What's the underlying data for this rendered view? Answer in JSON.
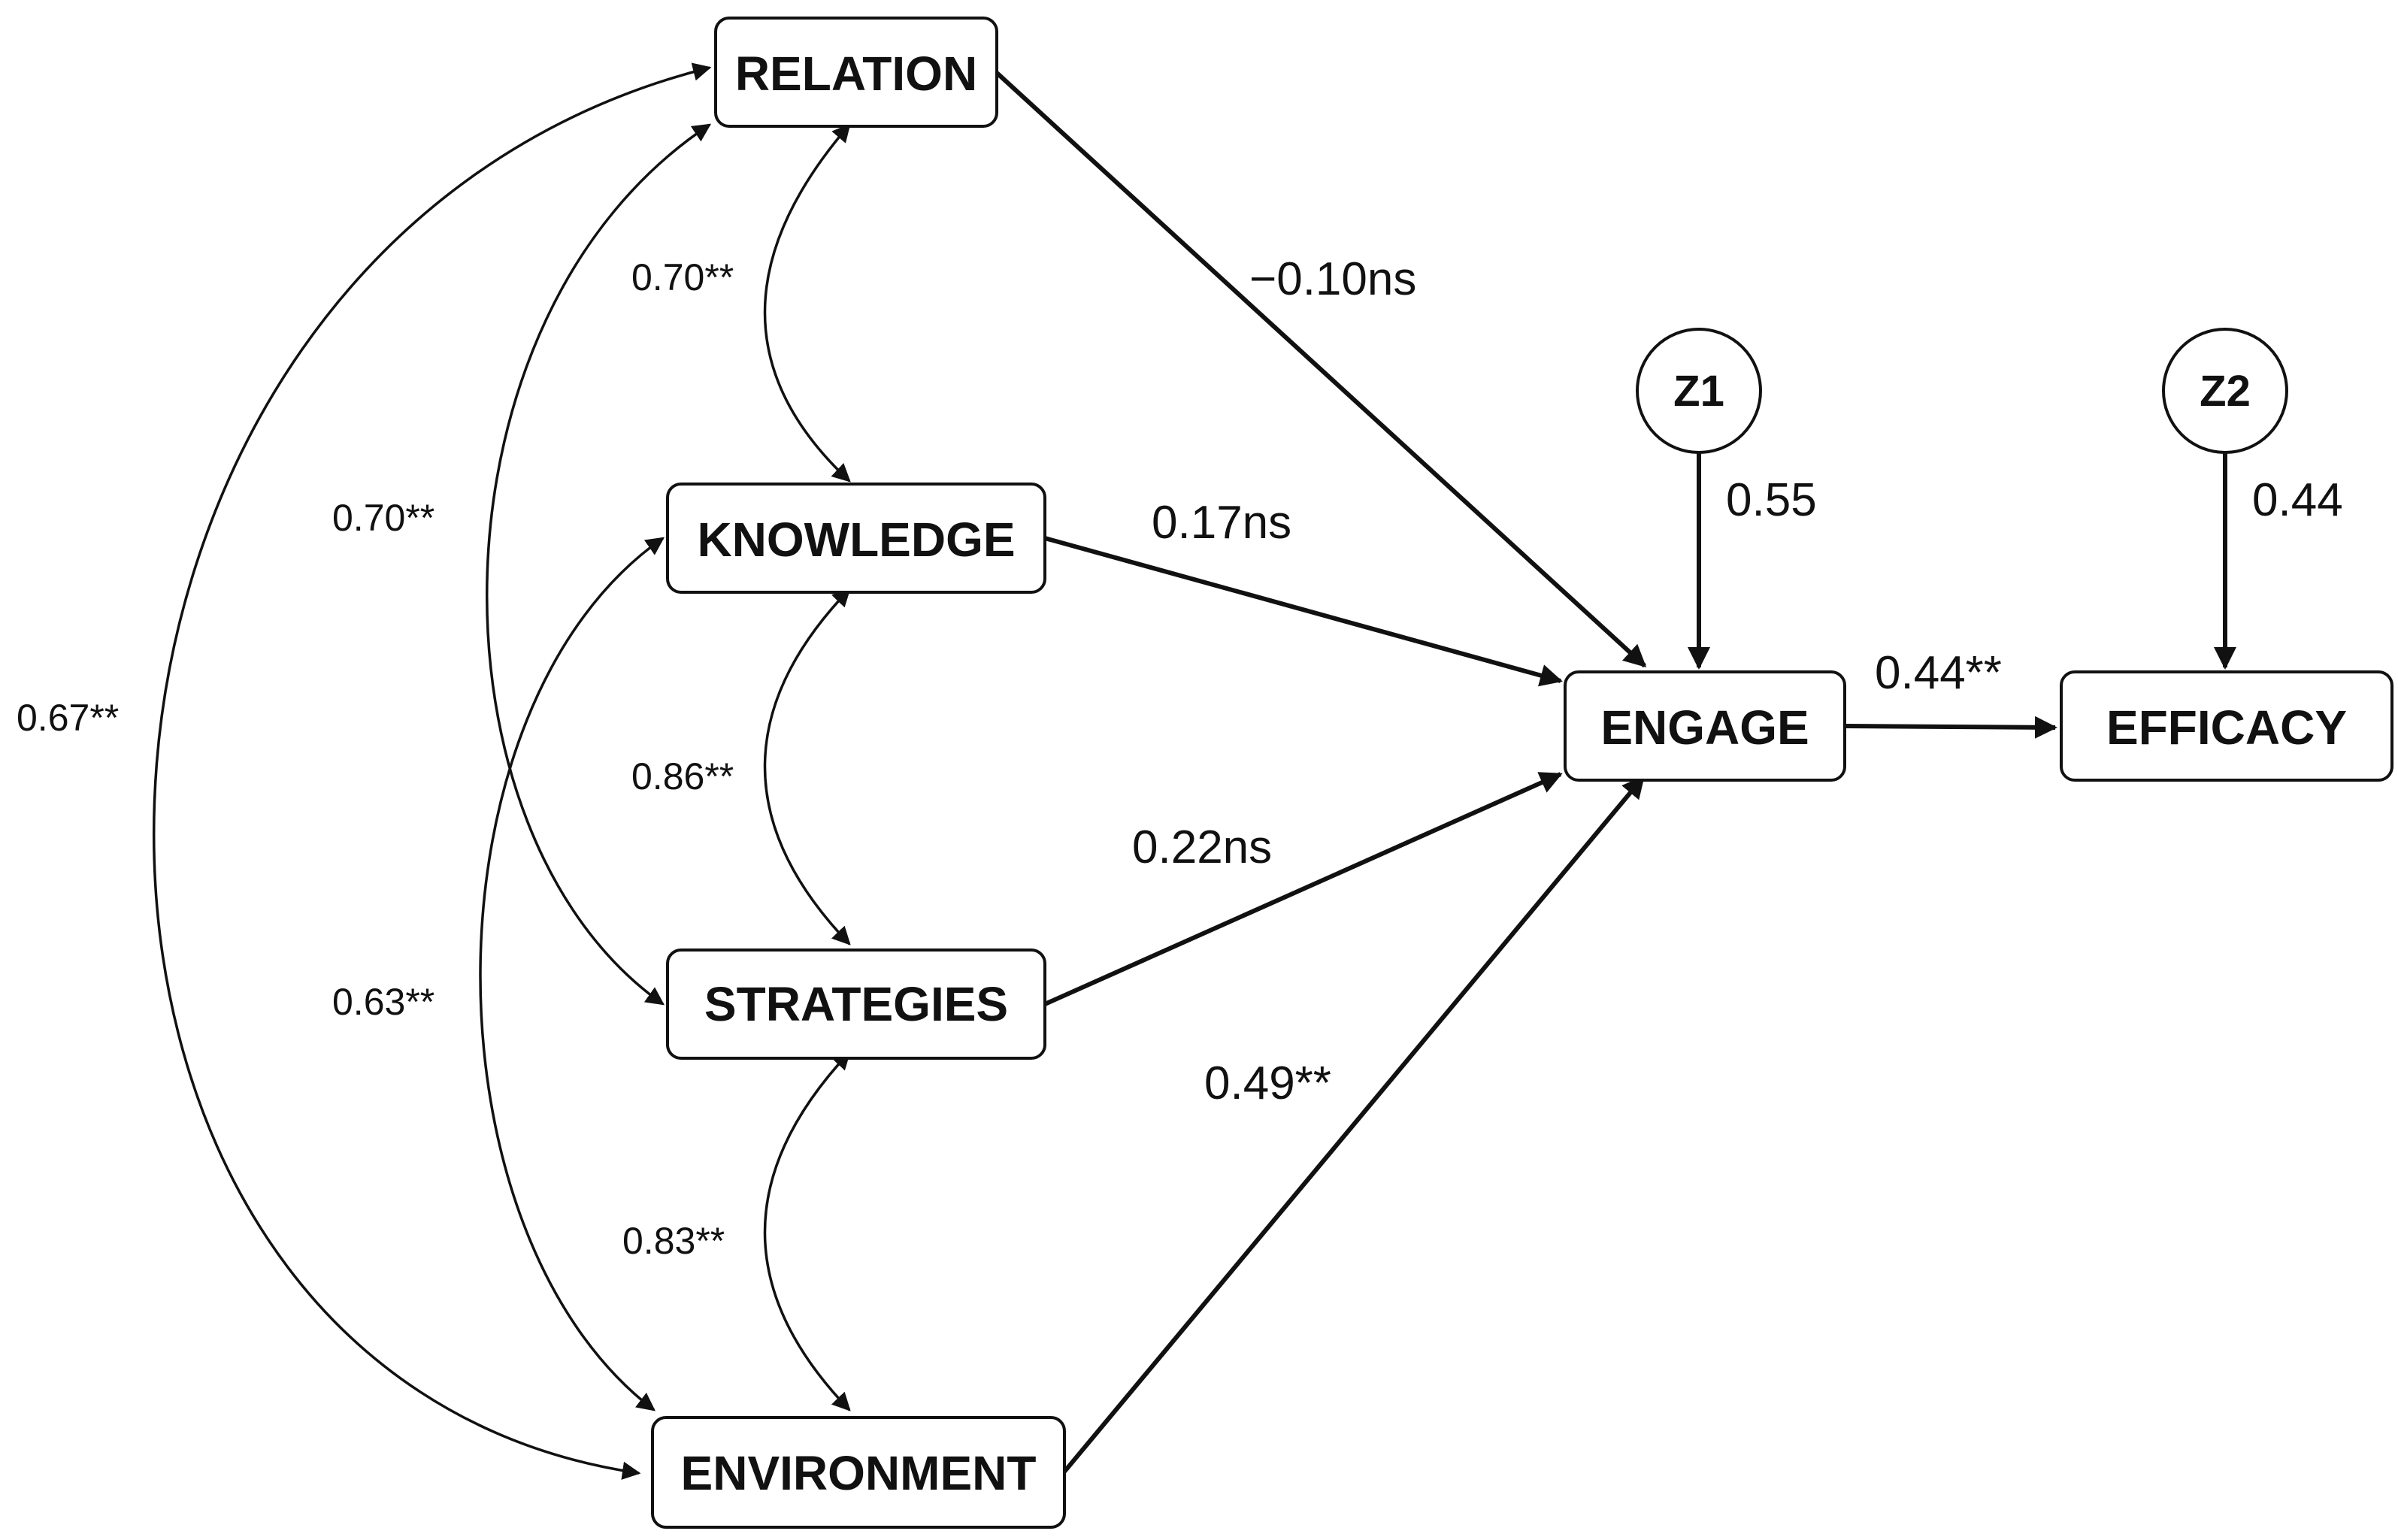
{
  "nodes": {
    "relation": "RELATION",
    "knowledge": "KNOWLEDGE",
    "strategies": "STRATEGIES",
    "environment": "ENVIRONMENT",
    "engage": "ENGAGE",
    "efficacy": "EFFICACY",
    "z1": "Z1",
    "z2": "Z2"
  },
  "paths": {
    "relation_engage": "−0.10ns",
    "knowledge_engage": "0.17ns",
    "strategies_engage": "0.22ns",
    "environment_engage": "0.49**",
    "engage_efficacy": "0.44**",
    "z1_engage": "0.55",
    "z2_efficacy": "0.44"
  },
  "covariances": {
    "relation_knowledge": "0.70**",
    "relation_strategies": "0.70**",
    "relation_environment": "0.67**",
    "knowledge_strategies": "0.86**",
    "knowledge_environment": "0.63**",
    "strategies_environment": "0.83**"
  }
}
